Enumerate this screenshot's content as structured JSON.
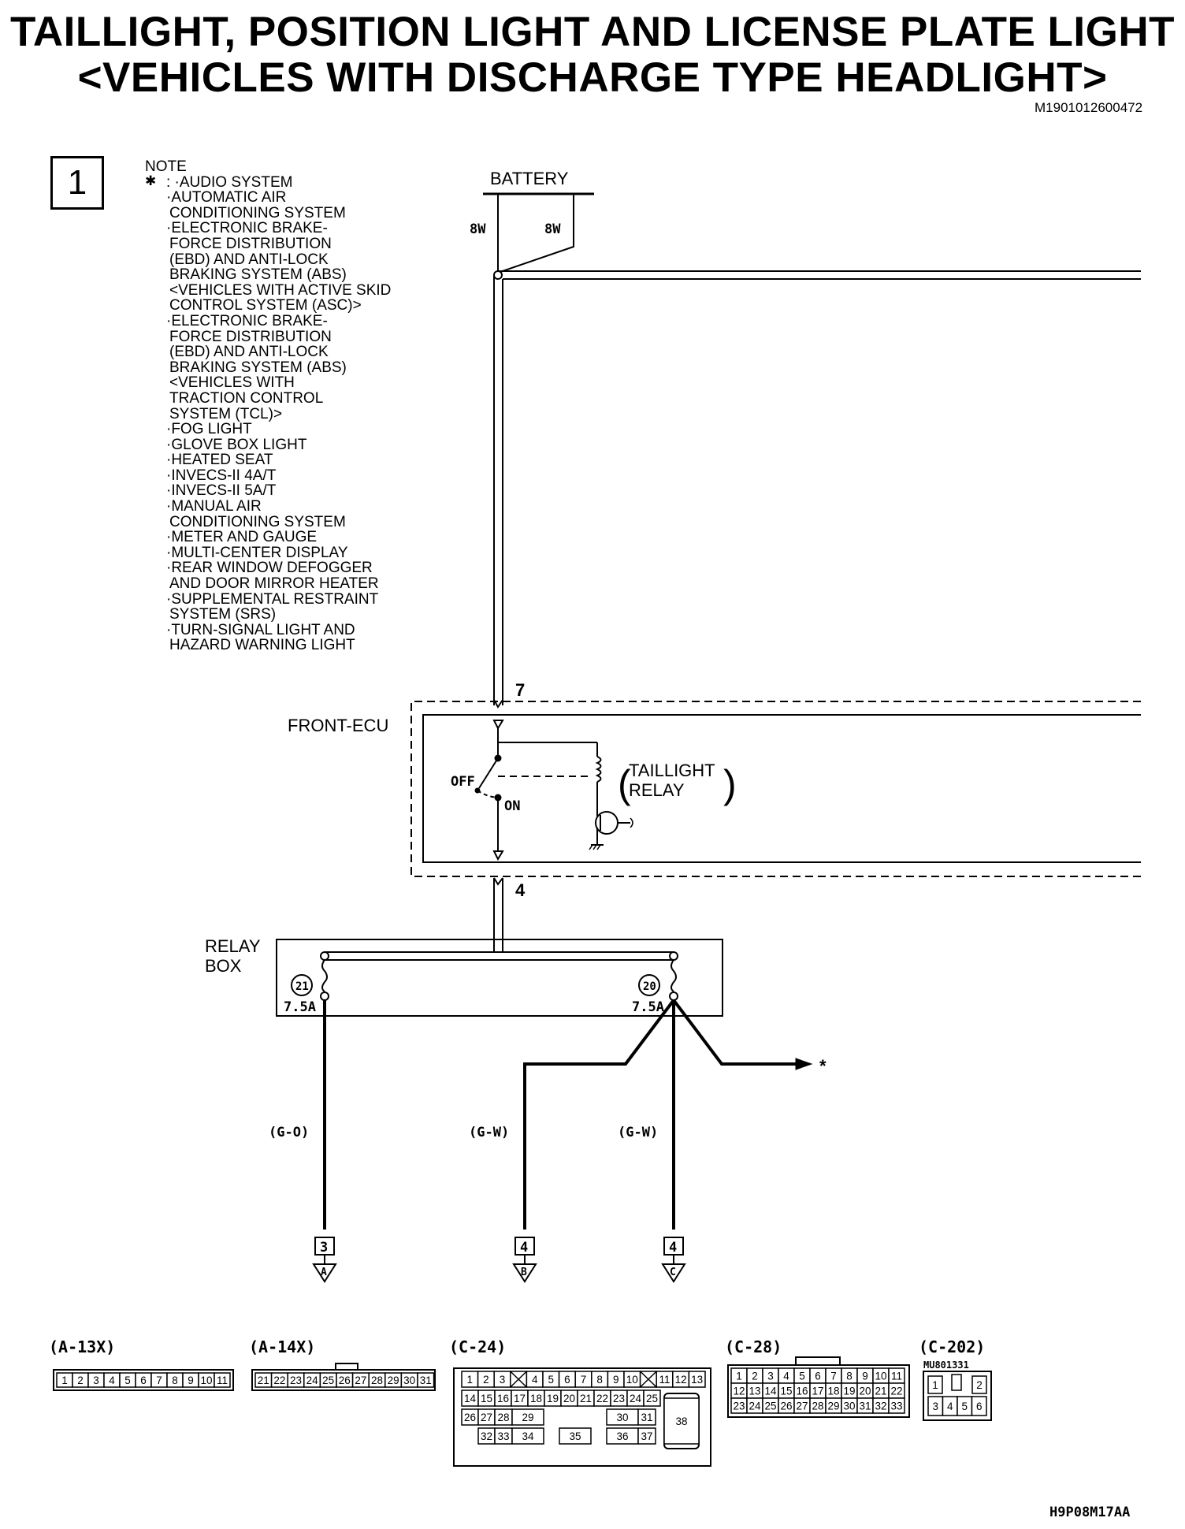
{
  "title_line1": "TAILLIGHT, POSITION LIGHT AND LICENSE PLATE LIGHT",
  "title_line2": "<VEHICLES WITH DISCHARGE TYPE HEADLIGHT>",
  "doc_code": "M1901012600472",
  "page_box": "1",
  "figure_code": "H9P08M17AA",
  "note": {
    "heading": "NOTE",
    "star": "✱",
    "lines": [
      ": ·AUDIO SYSTEM",
      "·AUTOMATIC AIR",
      "CONDITIONING SYSTEM",
      "·ELECTRONIC BRAKE-",
      "FORCE DISTRIBUTION",
      "(EBD) AND ANTI-LOCK",
      "BRAKING SYSTEM (ABS)",
      "<VEHICLES WITH ACTIVE SKID",
      "CONTROL SYSTEM (ASC)>",
      "·ELECTRONIC BRAKE-",
      "FORCE DISTRIBUTION",
      "(EBD) AND ANTI-LOCK",
      "BRAKING SYSTEM (ABS)",
      "<VEHICLES WITH",
      "TRACTION CONTROL",
      "SYSTEM (TCL)>",
      "·FOG LIGHT",
      "·GLOVE BOX LIGHT",
      "·HEATED SEAT",
      "·INVECS-II 4A/T",
      "·INVECS-II 5A/T",
      "·MANUAL AIR",
      "CONDITIONING SYSTEM",
      "·METER AND GAUGE",
      "·MULTI-CENTER DISPLAY",
      "·REAR WINDOW DEFOGGER",
      "AND DOOR MIRROR HEATER",
      "·SUPPLEMENTAL RESTRAINT",
      "SYSTEM (SRS)",
      "·TURN-SIGNAL LIGHT AND",
      "HAZARD WARNING LIGHT"
    ]
  },
  "battery": {
    "label": "BATTERY",
    "fuse_left": "8W",
    "fuse_right": "8W"
  },
  "front_ecu": {
    "label": "FRONT-ECU",
    "pin_in": "7",
    "pin_out": "4",
    "switch_off": "OFF",
    "switch_on": "ON",
    "relay_line1": "TAILLIGHT",
    "relay_line2": "RELAY"
  },
  "relay_box": {
    "label_line1": "RELAY",
    "label_line2": "BOX",
    "fuse_a_num": "21",
    "fuse_a_rating": "7.5A",
    "fuse_b_num": "20",
    "fuse_b_rating": "7.5A"
  },
  "wires": [
    {
      "color": "(G-O)",
      "pin": "3",
      "ref": "A"
    },
    {
      "color": "(G-W)",
      "pin": "4",
      "ref": "B"
    },
    {
      "color": "(G-W)",
      "pin": "4",
      "ref": "C"
    }
  ],
  "star_marker": "*",
  "connectors": {
    "a13x": {
      "name": "A-13X",
      "pins": [
        "1",
        "2",
        "3",
        "4",
        "5",
        "6",
        "7",
        "8",
        "9",
        "10",
        "11"
      ]
    },
    "a14x": {
      "name": "A-14X",
      "pins": [
        "21",
        "22",
        "23",
        "24",
        "25",
        "26",
        "27",
        "28",
        "29",
        "30",
        "31"
      ]
    },
    "c24": {
      "name": "C-24",
      "row1": [
        "1",
        "2",
        "3",
        "",
        "4",
        "5",
        "6",
        "7",
        "8",
        "9",
        "10",
        "",
        "11",
        "12",
        "13"
      ],
      "row2": [
        "14",
        "15",
        "16",
        "17",
        "18",
        "19",
        "20",
        "21",
        "22",
        "23",
        "24",
        "25"
      ],
      "row3": [
        "26",
        "27",
        "28",
        "29",
        "30",
        "31"
      ],
      "row4": [
        "32",
        "33",
        "34",
        "35",
        "36",
        "37"
      ],
      "big": "38"
    },
    "c28": {
      "name": "C-28",
      "row1": [
        "1",
        "2",
        "3",
        "4",
        "5",
        "6",
        "7",
        "8",
        "9",
        "10",
        "11"
      ],
      "row2": [
        "12",
        "13",
        "14",
        "15",
        "16",
        "17",
        "18",
        "19",
        "20",
        "21",
        "22"
      ],
      "row3": [
        "23",
        "24",
        "25",
        "26",
        "27",
        "28",
        "29",
        "30",
        "31",
        "32",
        "33"
      ]
    },
    "c202": {
      "name": "C-202",
      "part": "MU801331",
      "row1": [
        "1",
        "2"
      ],
      "row2": [
        "3",
        "4",
        "5",
        "6"
      ]
    }
  }
}
